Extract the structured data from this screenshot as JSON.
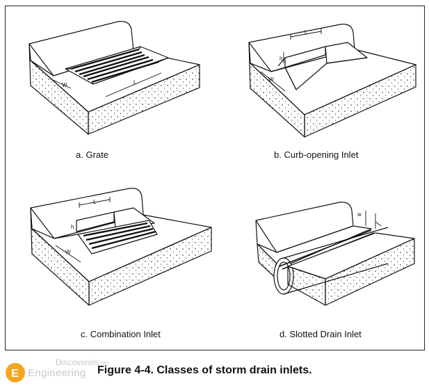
{
  "panels": [
    {
      "id": "a",
      "caption": "a.  Grate",
      "dims": [
        "W",
        "L"
      ]
    },
    {
      "id": "b",
      "caption": "b.  Curb-opening Inlet",
      "dims": [
        "L",
        "h",
        "W"
      ]
    },
    {
      "id": "c",
      "caption": "c.  Combination Inlet",
      "dims": [
        "L",
        "h",
        "W"
      ]
    },
    {
      "id": "d",
      "caption": "d.  Slotted Drain Inlet",
      "dims": [
        "w"
      ]
    }
  ],
  "figure_caption": "Figure 4-4. Classes of storm drain inlets.",
  "brand": {
    "line1": "Discoveries",
    "line1_suffix": ".com",
    "line2": "Engineering",
    "logo_letter": "E"
  },
  "colors": {
    "ink": "#111111",
    "brand_orange": "#f5a623",
    "brand_gray": "#c8c8c8"
  }
}
